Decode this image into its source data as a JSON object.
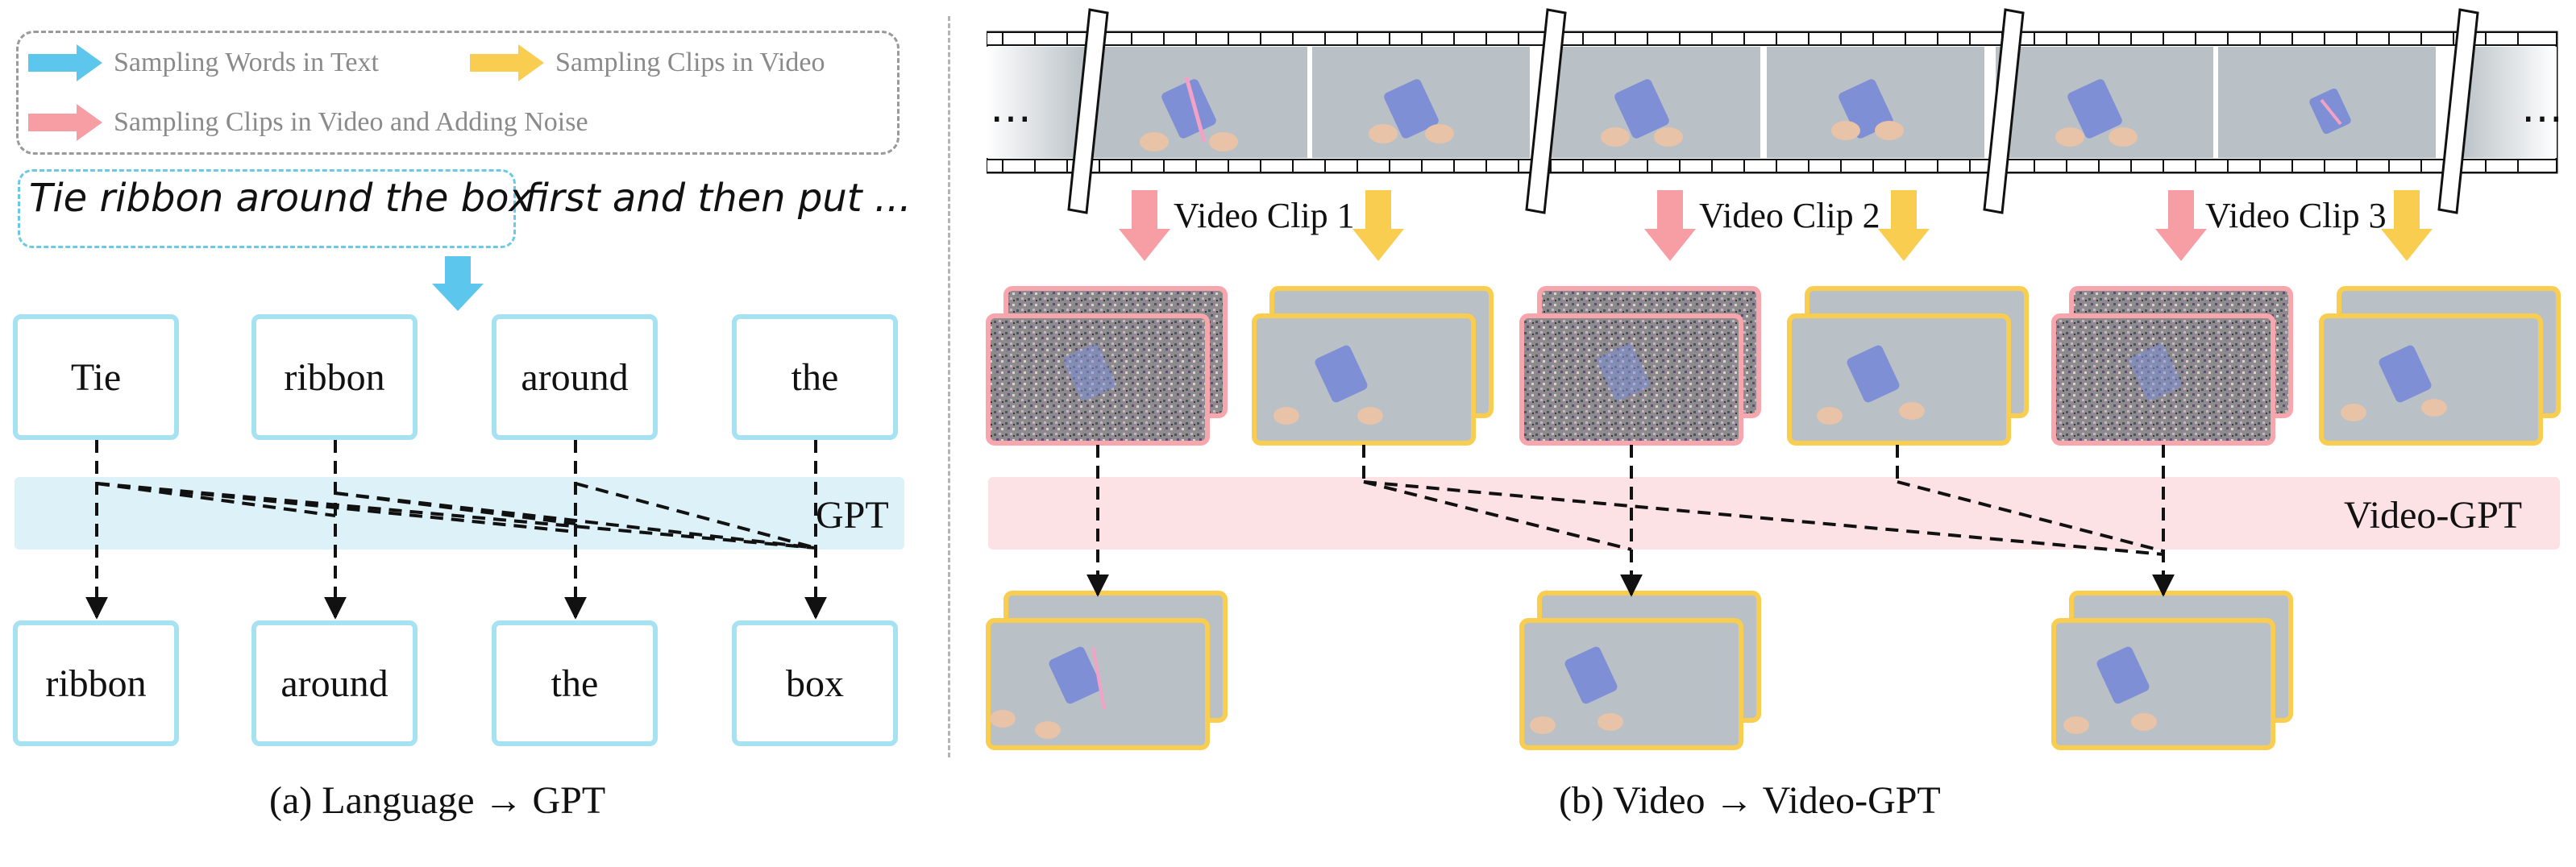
{
  "legend": {
    "items": [
      {
        "label": "Sampling Words in Text",
        "color": "#5cc6ec",
        "icon": "blue-arrow-icon"
      },
      {
        "label": "Sampling Clips in Video",
        "color": "#f9cd4f",
        "icon": "yellow-arrow-icon"
      },
      {
        "label": "Sampling Clips in Video and Adding Noise",
        "color": "#f79ea5",
        "icon": "pink-arrow-icon"
      }
    ]
  },
  "language": {
    "sentence_sampled": "Tie ribbon around the box",
    "sentence_rest": "first and then put ...",
    "input_tokens": [
      "Tie",
      "ribbon",
      "around",
      "the"
    ],
    "output_tokens": [
      "ribbon",
      "around",
      "the",
      "box"
    ],
    "model_label": "GPT",
    "caption": "(a) Language → GPT"
  },
  "video": {
    "ellipsis_left": "…",
    "ellipsis_right": "…",
    "clips": [
      "Video Clip 1",
      "Video Clip 2",
      "Video Clip 3"
    ],
    "model_label": "Video-GPT",
    "caption": "(b) Video → Video-GPT"
  },
  "colors": {
    "blue": "#5cc6ec",
    "yellow": "#f9cd4f",
    "pink": "#f79ea5",
    "token_border": "#a6e2f2",
    "gpt_band": "#dcf1f8",
    "video_gpt_band": "#fde2e5"
  }
}
